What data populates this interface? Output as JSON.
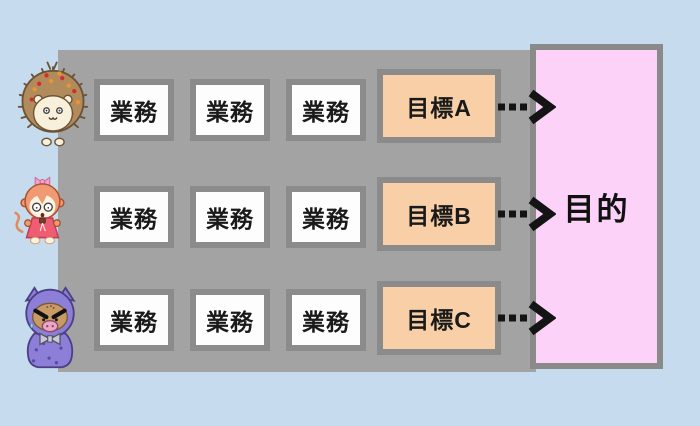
{
  "colors": {
    "background": "#c6dcee",
    "panel": "#a3a3a3",
    "box_border": "#8b8b8b",
    "task_box_bg": "#fdfdfd",
    "goal_box_bg": "#f8cfa6",
    "purpose_box_bg": "#fdd2f8",
    "arrow": "#141414",
    "text": "#1a1a1a"
  },
  "characters": [
    "hedgehog-icon",
    "monkey-icon",
    "pig-icon"
  ],
  "rows": [
    {
      "character": "hedgehog",
      "tasks": [
        "業務",
        "業務",
        "業務"
      ],
      "goal": "目標A"
    },
    {
      "character": "monkey",
      "tasks": [
        "業務",
        "業務",
        "業務"
      ],
      "goal": "目標B"
    },
    {
      "character": "pig",
      "tasks": [
        "業務",
        "業務",
        "業務"
      ],
      "goal": "目標C"
    }
  ],
  "purpose": {
    "label": "目的"
  }
}
